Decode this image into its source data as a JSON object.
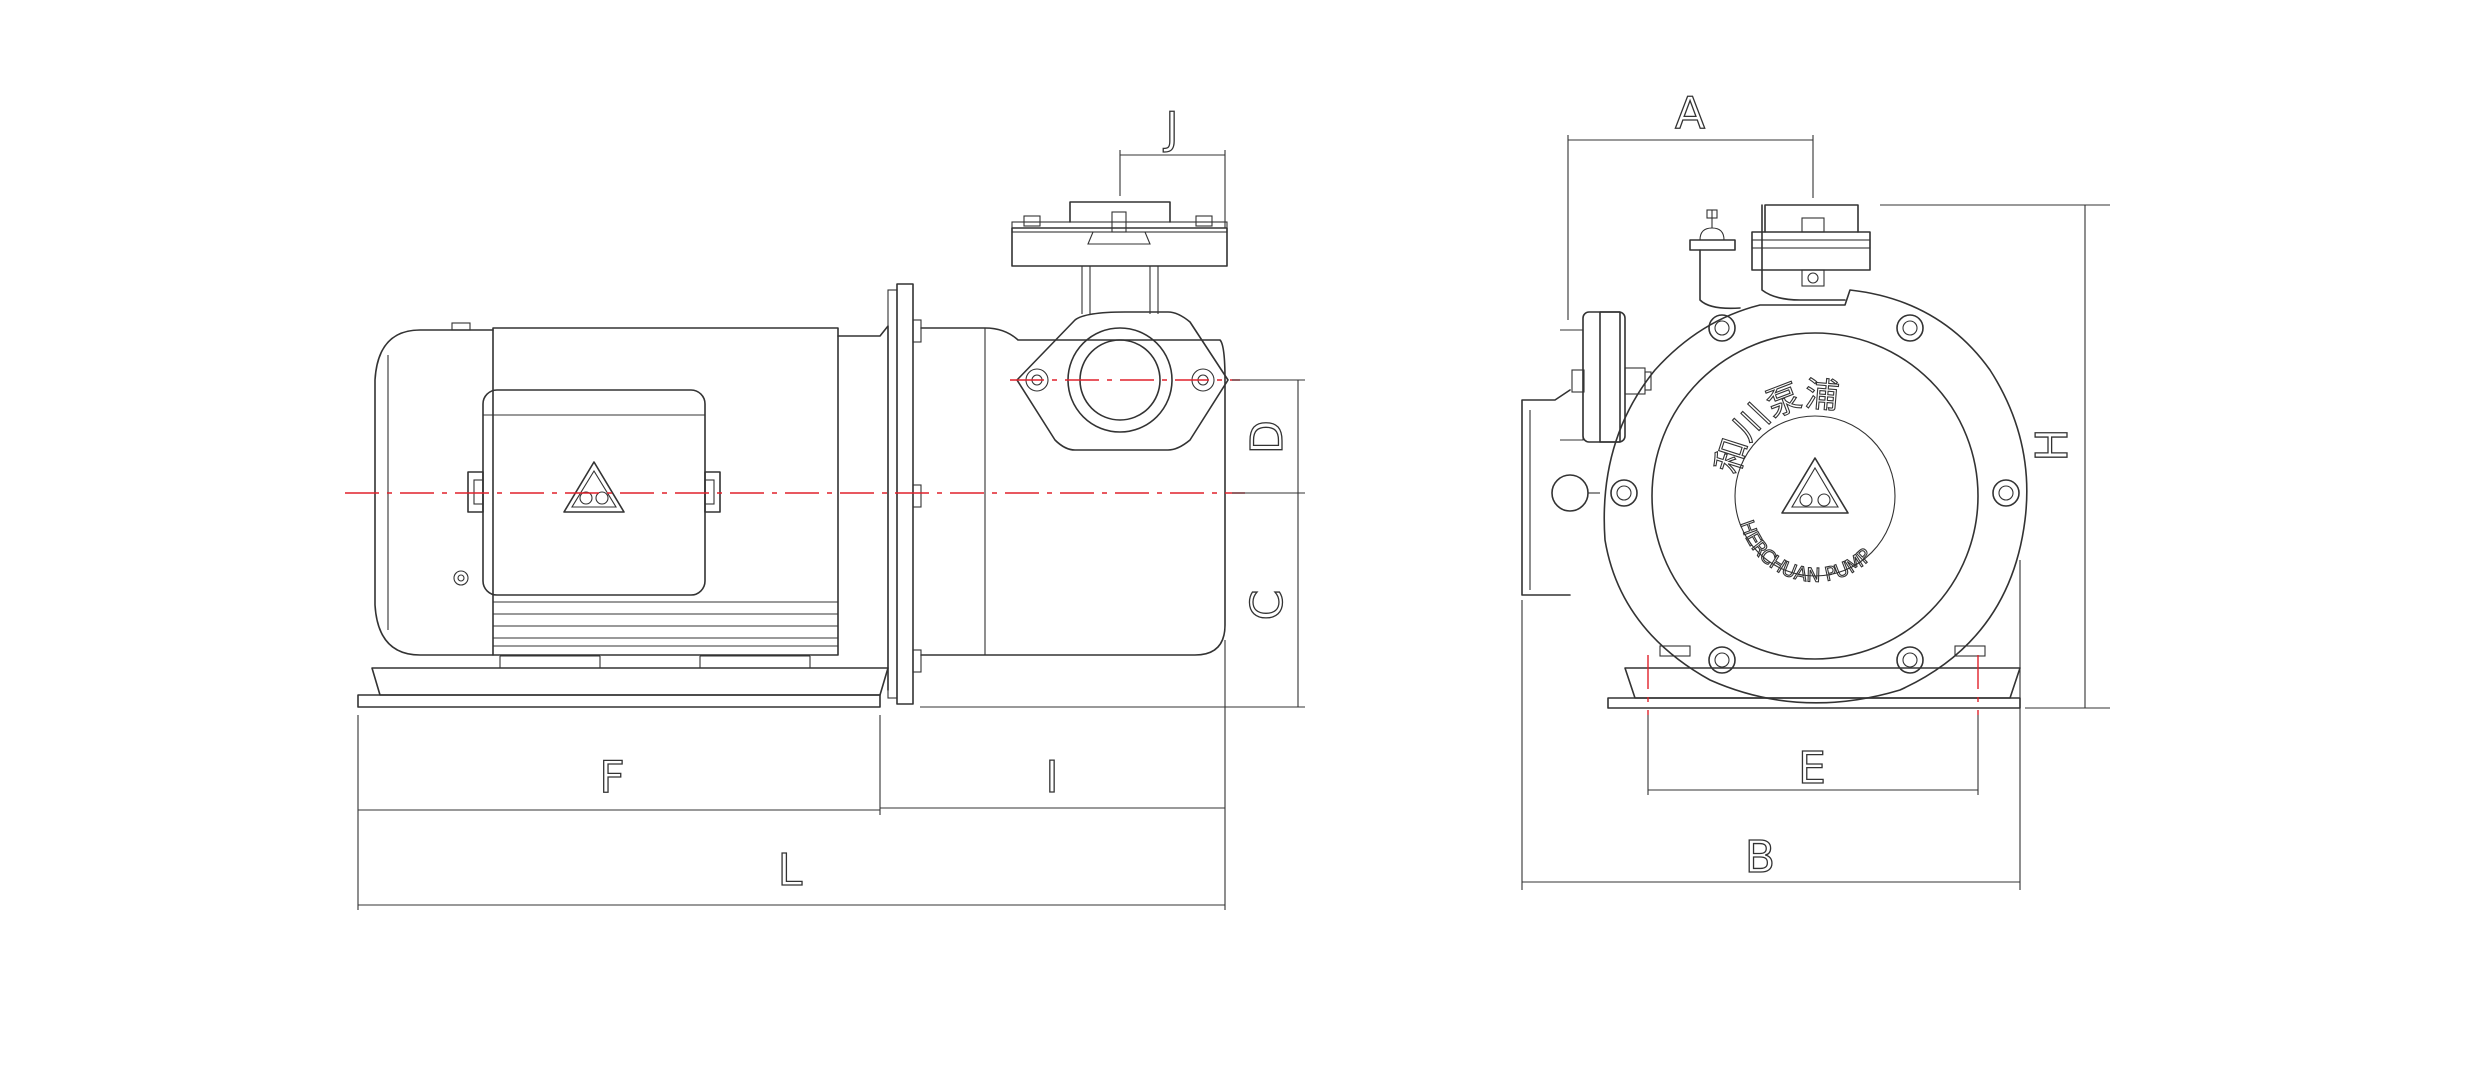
{
  "dimensions": {
    "A": "A",
    "B": "B",
    "C": "C",
    "D": "D",
    "E": "E",
    "F": "F",
    "H": "H",
    "I": "I",
    "J": "J",
    "L": "L"
  },
  "logo": {
    "chinese_text": "和川泵浦",
    "english_text": "HERCHUAN PUMP"
  },
  "colors": {
    "line": "#333333",
    "centerline": "#e0212b",
    "background": "#ffffff"
  }
}
